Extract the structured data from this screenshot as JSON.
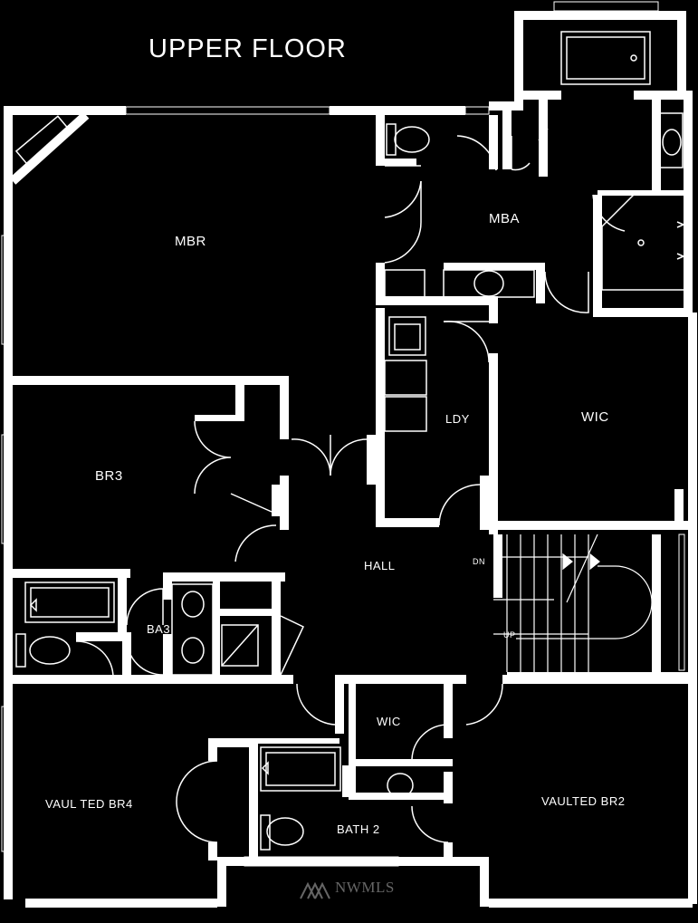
{
  "title": "UPPER FLOOR",
  "rooms": {
    "mbr": "MBR",
    "mba": "MBA",
    "br3": "BR3",
    "ldy": "LDY",
    "wic_master": "WIC",
    "hall": "HALL",
    "ba3": "BA3",
    "wic_small": "WIC",
    "br4": "VAUL TED BR4",
    "br2": "VAULTED BR2",
    "bath2": "BATH 2"
  },
  "stairs": {
    "down": "DN",
    "up": "UP"
  },
  "watermark": {
    "text": "NWMLS",
    "icon": "nwmls-logo-icon"
  },
  "colors": {
    "background": "#000000",
    "walls": "#ffffff",
    "watermark": "#666666"
  }
}
